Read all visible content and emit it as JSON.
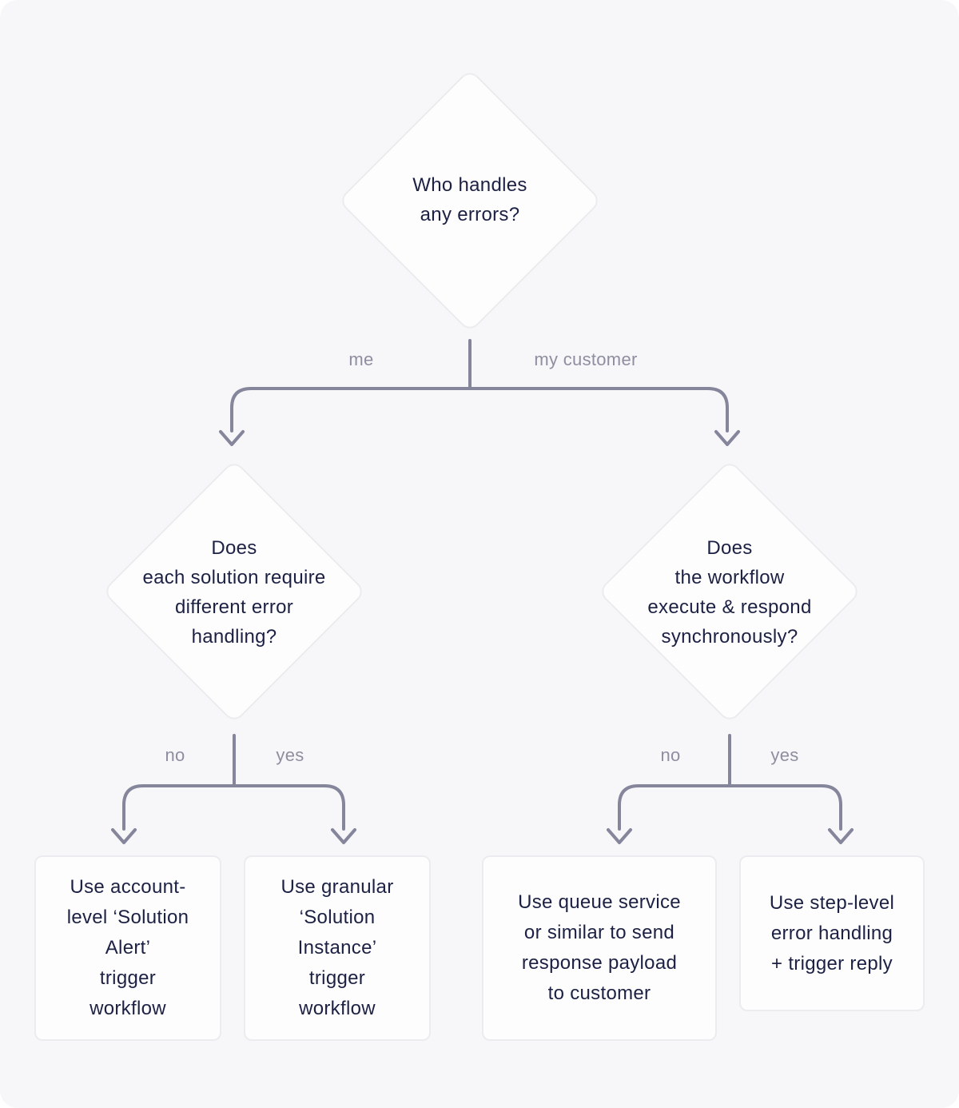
{
  "theme": {
    "canvas_bg": "#f7f7f9",
    "node_bg": "#fdfdfe",
    "node_border": "#ececf0",
    "connector": "#85859b",
    "label_gray": "#8e8ea0",
    "text_primary": "#1c2144"
  },
  "flow": {
    "root": {
      "question": "Who handles\nany errors?"
    },
    "branches": {
      "left_label": "me",
      "right_label": "my customer"
    },
    "left": {
      "question": "Does\neach solution require\ndifferent error\nhandling?",
      "no_label": "no",
      "yes_label": "yes",
      "no_outcome": "Use account-\nlevel ‘Solution\nAlert’\ntrigger\nworkflow",
      "yes_outcome": "Use granular\n‘Solution\nInstance’\ntrigger\nworkflow"
    },
    "right": {
      "question": "Does\nthe workflow\nexecute & respond\nsynchronously?",
      "no_label": "no",
      "yes_label": "yes",
      "no_outcome": "Use queue service\nor similar to send\nresponse payload\nto customer",
      "yes_outcome": "Use step-level\nerror handling\n+ trigger reply"
    }
  }
}
